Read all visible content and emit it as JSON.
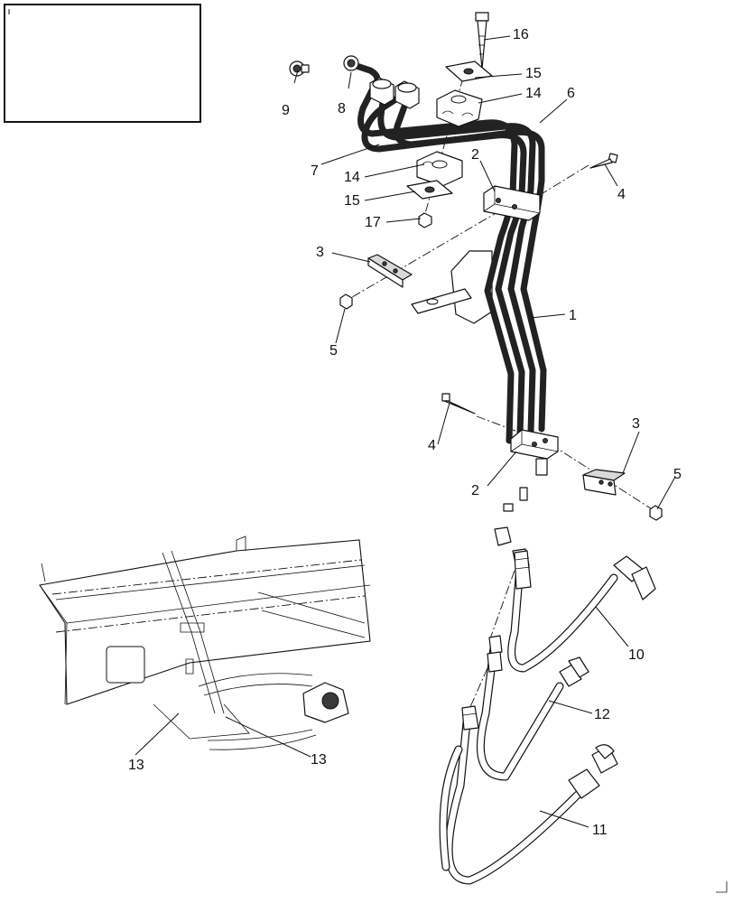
{
  "diagram": {
    "callouts": [
      {
        "id": "c16",
        "label": "16"
      },
      {
        "id": "c15a",
        "label": "15"
      },
      {
        "id": "c14a",
        "label": "14"
      },
      {
        "id": "c6",
        "label": "6"
      },
      {
        "id": "c9",
        "label": "9"
      },
      {
        "id": "c8",
        "label": "8"
      },
      {
        "id": "c7",
        "label": "7"
      },
      {
        "id": "c14b",
        "label": "14"
      },
      {
        "id": "c15b",
        "label": "15"
      },
      {
        "id": "c17",
        "label": "17"
      },
      {
        "id": "c2a",
        "label": "2"
      },
      {
        "id": "c4a",
        "label": "4"
      },
      {
        "id": "c3a",
        "label": "3"
      },
      {
        "id": "c5a",
        "label": "5"
      },
      {
        "id": "c1",
        "label": "1"
      },
      {
        "id": "c4b",
        "label": "4"
      },
      {
        "id": "c3b",
        "label": "3"
      },
      {
        "id": "c2b",
        "label": "2"
      },
      {
        "id": "c5b",
        "label": "5"
      },
      {
        "id": "c10",
        "label": "10"
      },
      {
        "id": "c12",
        "label": "12"
      },
      {
        "id": "c11",
        "label": "11"
      },
      {
        "id": "c13a",
        "label": "13"
      },
      {
        "id": "c13b",
        "label": "13"
      }
    ]
  }
}
